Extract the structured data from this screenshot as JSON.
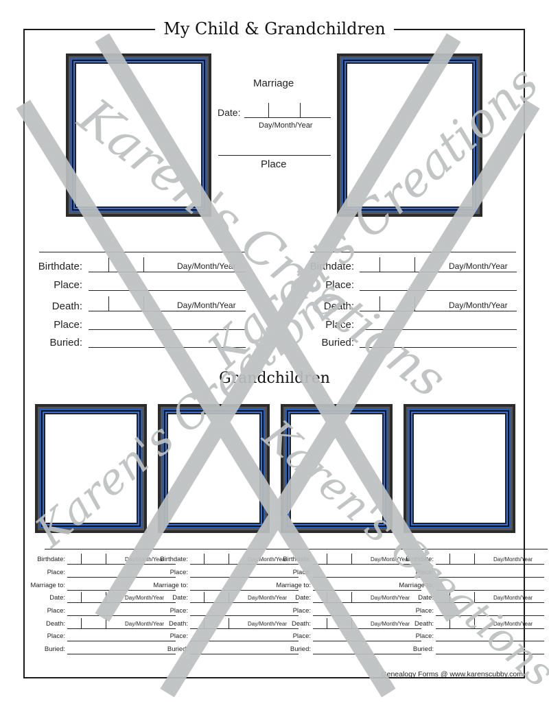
{
  "page": {
    "title": "My Child & Grandchildren",
    "footer": "Genealogy Forms @ www.karenscubby.com"
  },
  "marriage": {
    "heading": "Marriage",
    "date_label": "Date:",
    "date_format": "Day/Month/Year",
    "place_label": "Place"
  },
  "parent_fields": {
    "birthdate": "Birthdate:",
    "place": "Place:",
    "death": "Death:",
    "buried": "Buried:",
    "date_format": "Day/Month/Year"
  },
  "grandchildren": {
    "heading": "Grandchildren",
    "fields": {
      "birthdate": "Birthdate:",
      "place": "Place:",
      "marriage_to": "Marriage to:",
      "date": "Date:",
      "death": "Death:",
      "buried": "Buried:",
      "date_format": "Day/Month/Year"
    }
  },
  "watermark": {
    "text": "Karen's Creations",
    "color": "#b8bcbc"
  }
}
